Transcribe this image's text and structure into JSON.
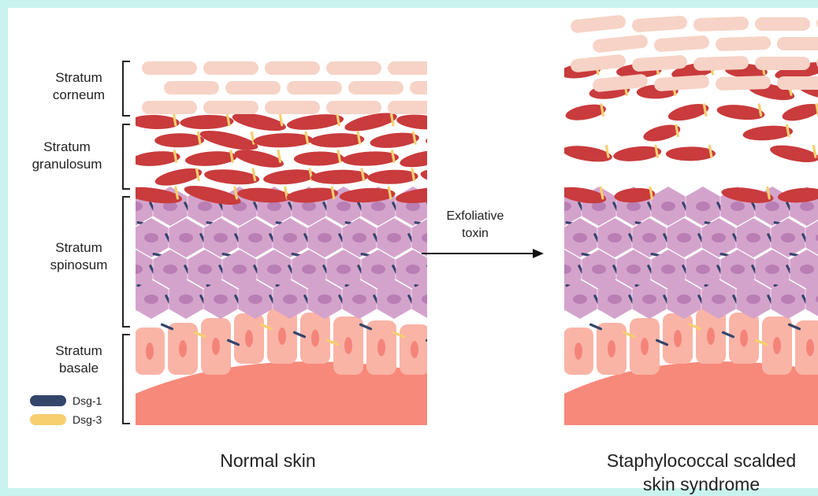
{
  "layers": [
    {
      "id": "corneum",
      "label": "Stratum\ncorneum"
    },
    {
      "id": "granulosum",
      "label": "Stratum\ngranulosum"
    },
    {
      "id": "spinosum",
      "label": "Stratum\nspinosum"
    },
    {
      "id": "basale",
      "label": "Stratum\nbasale"
    }
  ],
  "legend": [
    {
      "name": "Dsg-1",
      "color": "#34456b"
    },
    {
      "name": "Dsg-3",
      "color": "#f7cf6e"
    }
  ],
  "arrow_label": "Exfoliative\ntoxin",
  "captions": {
    "left": "Normal skin",
    "right": "Staphylococcal scalded\nskin syndrome"
  },
  "colors": {
    "corneum": "#f6d3c6",
    "granulosum": "#c93b3c",
    "spinosum": "#d4a3cc",
    "spinosum_nucleus": "#b97eb4",
    "basale": "#f9b4a6",
    "basale_nucleus": "#f4847a",
    "dermis": "#f7897a",
    "dsg1": "#34456b",
    "dsg3": "#f7cf6e"
  }
}
